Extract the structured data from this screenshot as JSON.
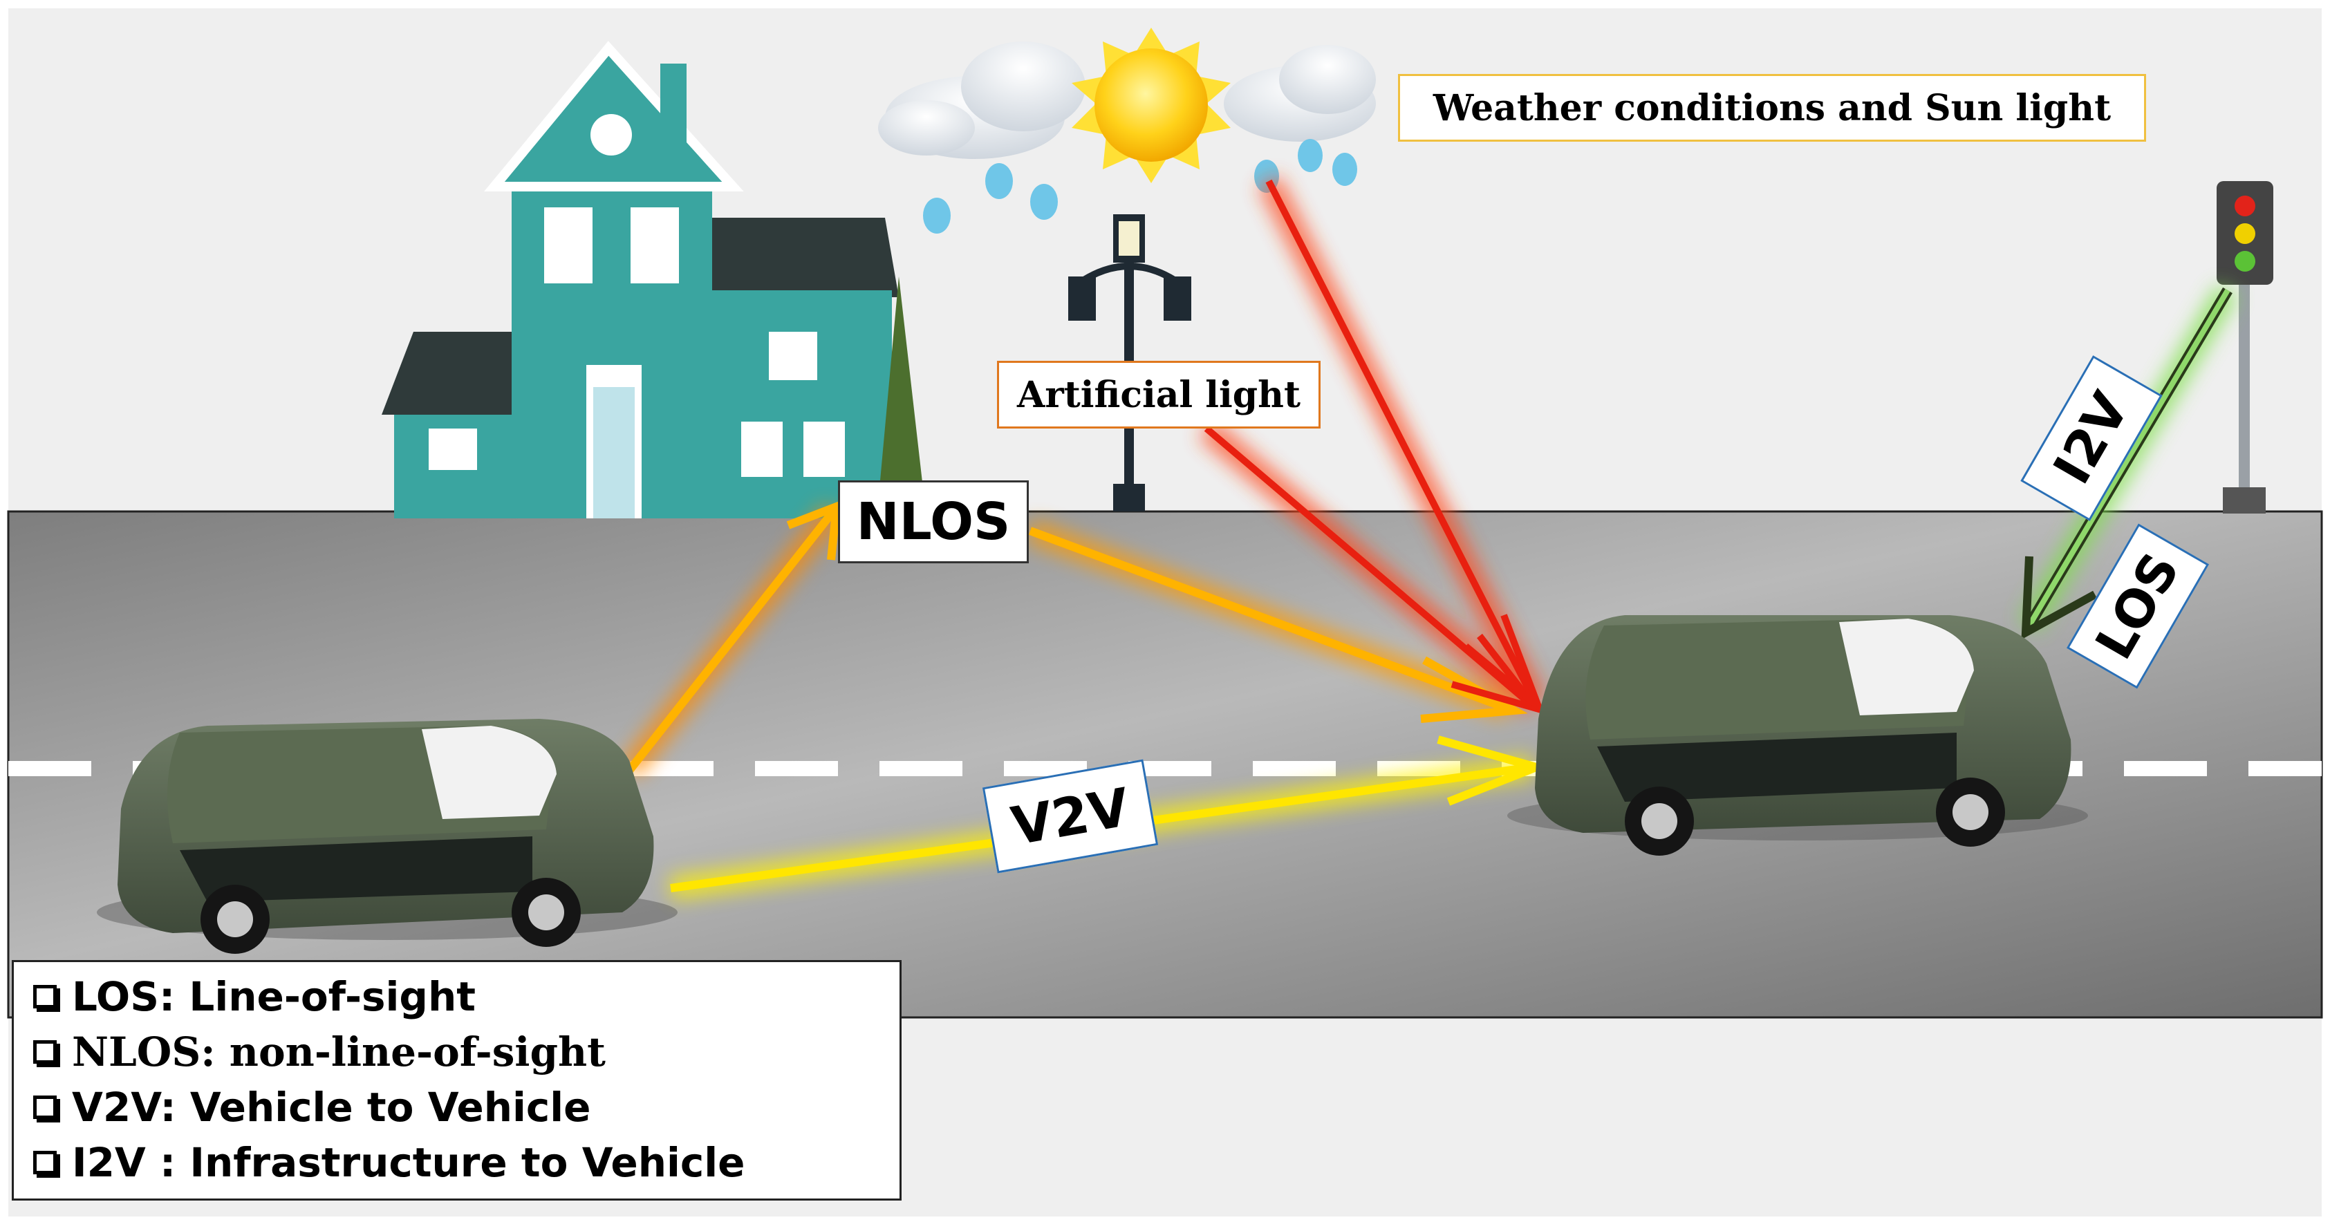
{
  "labels": {
    "weather": "Weather conditions and  Sun light",
    "artificial_light": "Artificial light",
    "nlos": "NLOS",
    "v2v": "V2V",
    "i2v": "I2V",
    "los": "LOS"
  },
  "legend": {
    "items": [
      "LOS: Line-of-sight",
      "NLOS: non-line-of-sight",
      "V2V: Vehicle to Vehicle",
      "I2V : Infrastructure to Vehicle"
    ]
  },
  "colors": {
    "road": "#8f8f8f",
    "sky": "#efefef",
    "nlos_arrow": "#ffb300",
    "light_arrow": "#e82010",
    "v2v_arrow": "#ffe600",
    "i2v_arrow": "#7ccf3f",
    "car_body": "#56644f",
    "house": "#3aa5a0"
  }
}
